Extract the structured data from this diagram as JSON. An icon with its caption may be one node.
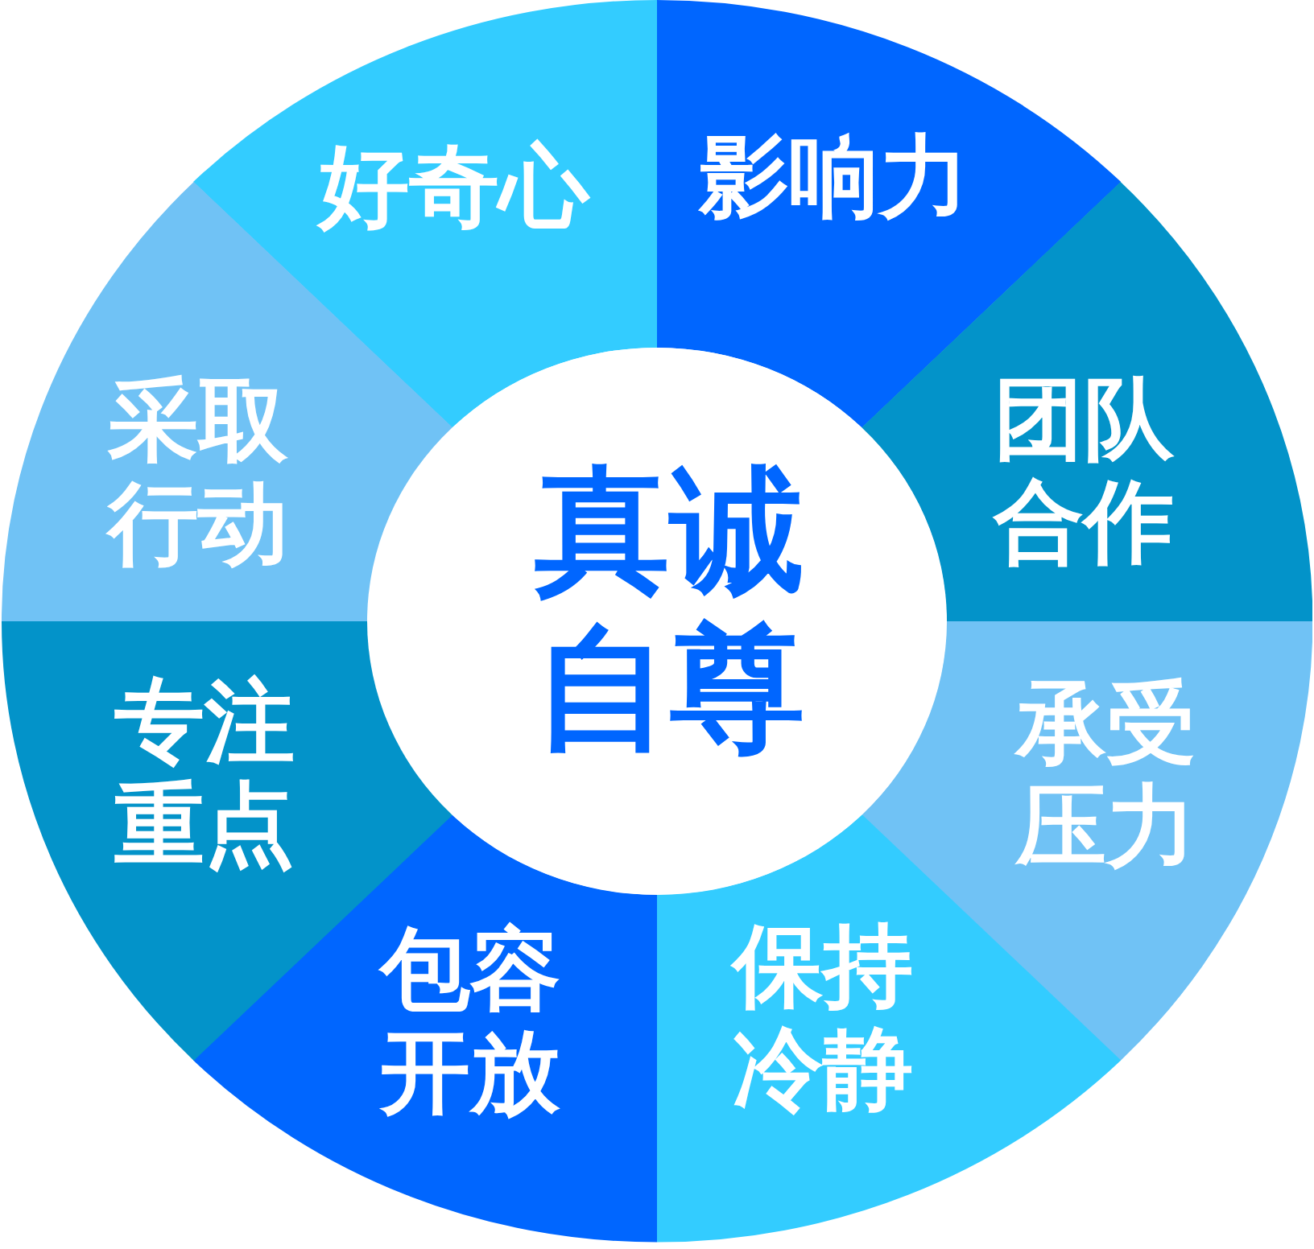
{
  "diagram": {
    "nodes": [
      {
        "text": [
          "真诚自尊"
        ]
      },
      {
        "text": [
          "好奇心"
        ]
      },
      {
        "text": [
          "影响力"
        ]
      },
      {
        "text": [
          "团队合作"
        ]
      },
      {
        "text": [
          "承受压力"
        ]
      },
      {
        "text": [
          "保持冷静"
        ]
      },
      {
        "text": [
          "包容开放"
        ]
      },
      {
        "text": [
          "专注重点"
        ]
      },
      {
        "text": [
          "采取行动"
        ]
      }
    ]
  }
}
